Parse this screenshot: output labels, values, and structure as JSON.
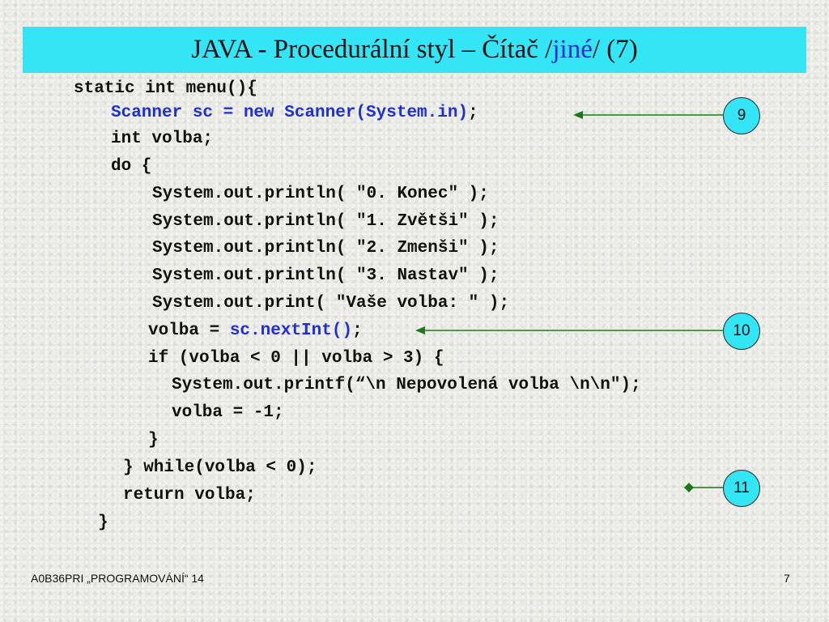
{
  "slide": {
    "title": {
      "before": "JAVA - Procedurální styl – Čítač /",
      "link": "jiné",
      "after": "/ (7)"
    },
    "code_lines": [
      "static int menu(){",
      "Scanner sc = new Scanner(System.in)",
      ";",
      "int volba;",
      "do {",
      "System.out.println( \"0. Konec\" );",
      "System.out.println( \"1. Zvětši\" );",
      "System.out.println( \"2. Zmenši\" );",
      "System.out.println( \"3. Nastav\" );",
      "System.out.print( \"Vaše volba: \" );",
      "volba = ",
      "sc.nextInt()",
      ";",
      "if (volba < 0 || volba > 3) {",
      "System.out.printf(“\\n Nepovolená volba \\n\\n\");",
      "volba = -1;",
      "}",
      "} while(volba < 0);",
      "return volba;",
      "}"
    ],
    "callouts": [
      "9",
      "10",
      "11"
    ],
    "footer": {
      "left": "A0B36PRI „PROGRAMOVÁNÍ“ 14",
      "page": "7"
    }
  },
  "colors": {
    "title_background": "#33e5f5",
    "highlight_text": "#1f2fd6",
    "arrow": "#1a7a1a",
    "callout_fill": "#33e5f5"
  },
  "icons": {
    "arrow_9": "arrow-left-icon",
    "arrow_10": "arrow-left-icon",
    "marker_11": "diamond-marker-icon"
  }
}
